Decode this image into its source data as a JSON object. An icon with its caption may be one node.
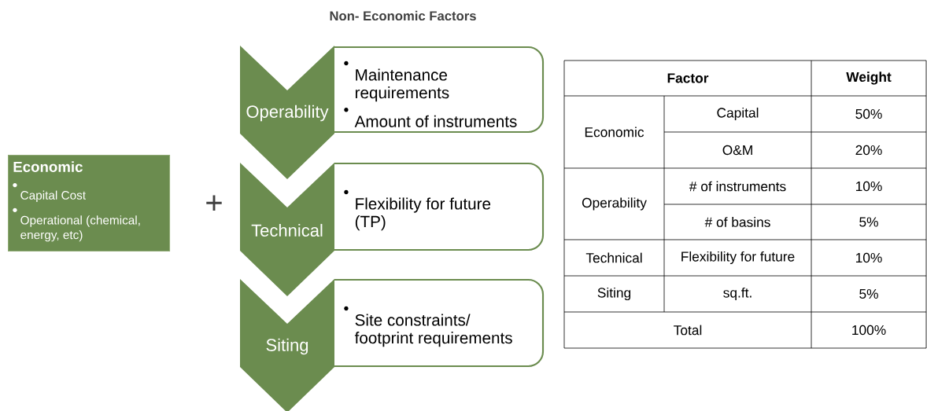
{
  "diagram": {
    "title": "Non- Economic Factors",
    "nodes": [
      {
        "text": [
          "Economic",
          "Capital Cost",
          "Operational (chemical, energy, etc)"
        ]
      },
      {
        "text": [
          "Operability"
        ]
      },
      {
        "text": [
          "Maintenance requirements",
          "Amount of instruments"
        ]
      },
      {
        "text": [
          "Technical"
        ]
      },
      {
        "text": [
          "Flexibility for future (TP)"
        ]
      },
      {
        "text": [
          "Siting"
        ]
      },
      {
        "text": [
          "Site constraints/ footprint requirements"
        ]
      }
    ],
    "labels": [
      "+",
      "Factor",
      "Weight",
      "Economic",
      "Capital",
      "50%",
      "O&M",
      "20%",
      "Operability",
      "# of instruments",
      "10%",
      "# of basins",
      "5%",
      "Technical",
      "Flexibility for future",
      "10%",
      "Siting",
      "sq.ft.",
      "5%",
      "Total",
      "100%"
    ]
  }
}
